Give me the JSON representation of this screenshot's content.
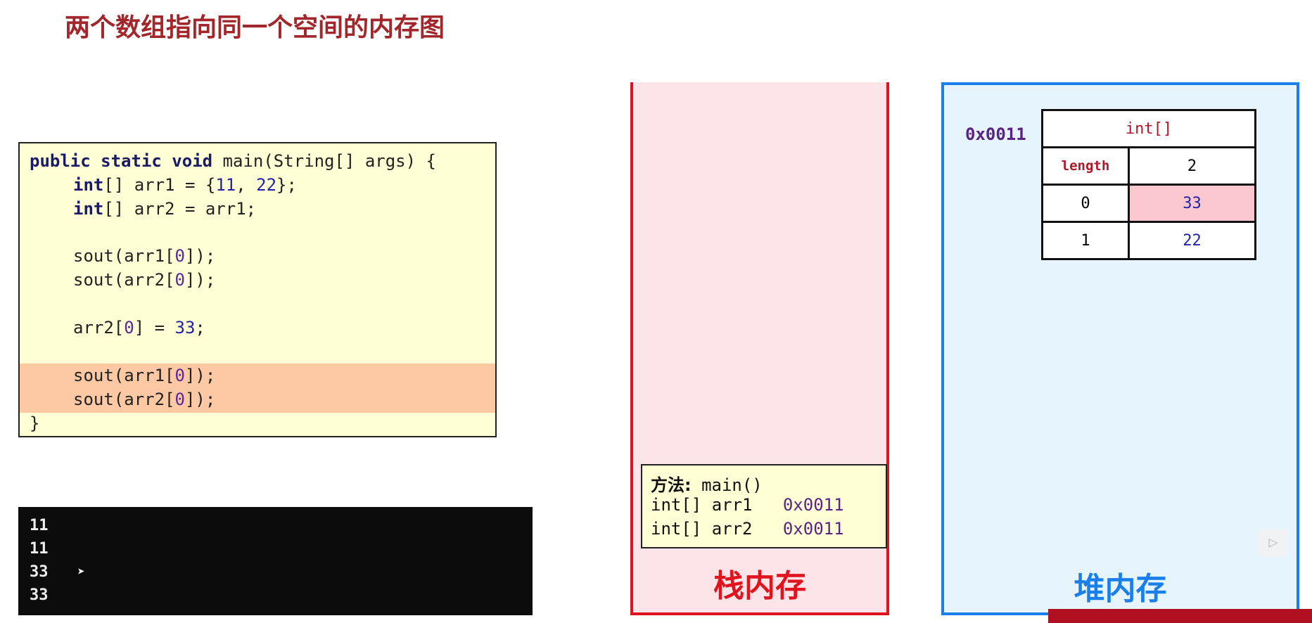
{
  "title": "两个数组指向同一个空间的内存图",
  "code": {
    "line1": {
      "kw": "public static void",
      "rest": " main(String[] args) {"
    },
    "line2": {
      "kw": "int",
      "a": "[] arr1 = {",
      "n1": "11",
      ",": ", ",
      "n2": "22",
      "end": "};"
    },
    "line3": {
      "kw": "int",
      "rest": "[] arr2 = arr1;"
    },
    "line4": {
      "a": "sout(arr1[",
      "i": "0",
      "b": "]);"
    },
    "line5": {
      "a": "sout(arr2[",
      "i": "0",
      "b": "]);"
    },
    "line6": {
      "a": "arr2[",
      "i": "0",
      "b": "] = ",
      "n": "33",
      "end": ";"
    },
    "line7": {
      "a": "sout(arr1[",
      "i": "0",
      "b": "]);"
    },
    "line8": {
      "a": "sout(arr2[",
      "i": "0",
      "b": "]);"
    },
    "line9": "}"
  },
  "console": {
    "lines": [
      "11",
      "11",
      "33",
      "33"
    ]
  },
  "stack": {
    "label": "栈内存",
    "frame": {
      "method_label": "方法:",
      "method": "main()",
      "vars": [
        {
          "decl": "int[] arr1",
          "value": "0x0011"
        },
        {
          "decl": "int[] arr2",
          "value": "0x0011"
        }
      ]
    }
  },
  "heap": {
    "label": "堆内存",
    "address": "0x0011",
    "type": "int[]",
    "length_label": "length",
    "length": "2",
    "rows": [
      {
        "index": "0",
        "value": "33",
        "highlighted": true
      },
      {
        "index": "1",
        "value": "22",
        "highlighted": false
      }
    ]
  },
  "colors": {
    "title": "#a3262a",
    "stack_border": "#e0141e",
    "heap_border": "#1a7fe8",
    "highlight": "#fdc8a4"
  }
}
